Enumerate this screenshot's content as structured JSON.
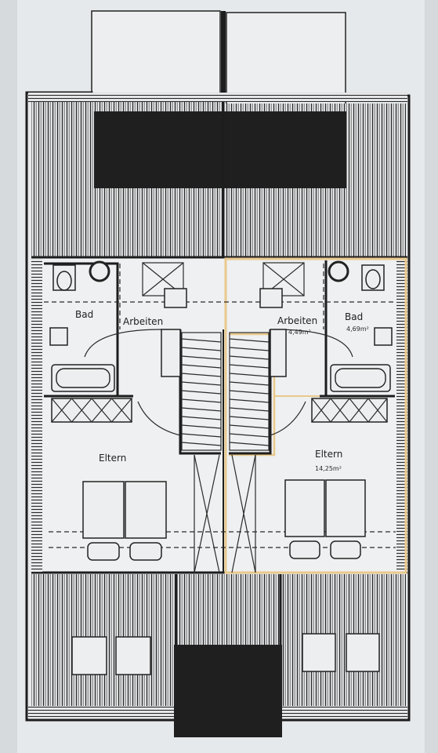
{
  "rooms": {
    "left_bath": {
      "name": "Bad"
    },
    "left_study": {
      "name": "Arbeiten"
    },
    "left_bedroom": {
      "name": "Eltern"
    },
    "right_study": {
      "name": "Arbeiten",
      "area": "4,49m²"
    },
    "right_bath": {
      "name": "Bad",
      "area": "4,69m²"
    },
    "right_bedroom": {
      "name": "Eltern",
      "area": "14,25m²"
    }
  },
  "colors": {
    "page": "#d7dadd",
    "paper": "#eceeef",
    "ink": "#1d1d1d",
    "highlight": "#e9c98d"
  },
  "icons": [
    "bathtub-icon",
    "toilet-icon",
    "sink-icon",
    "bed-icon",
    "staircase-icon",
    "skylight-icon"
  ]
}
